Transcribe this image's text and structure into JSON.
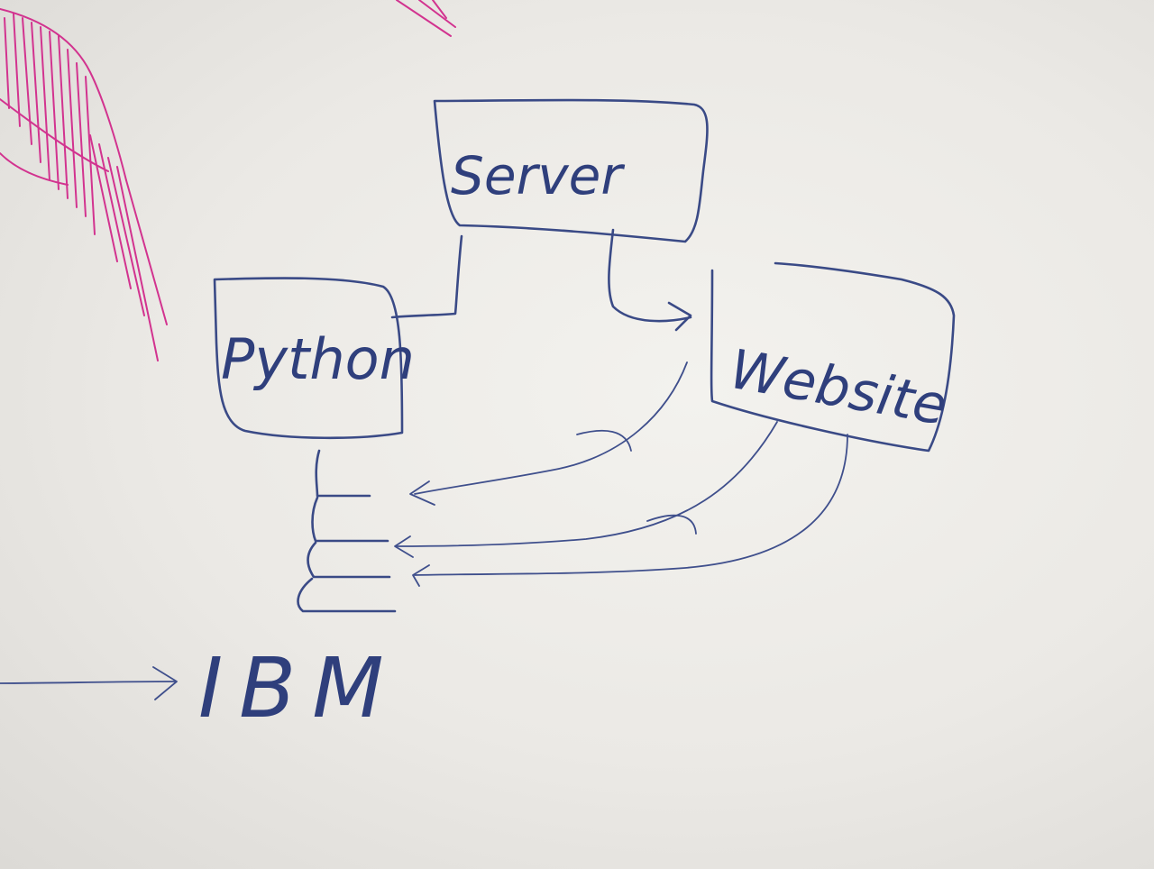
{
  "diagram": {
    "nodes": [
      {
        "id": "server",
        "label": "Server"
      },
      {
        "id": "python",
        "label": "Python"
      },
      {
        "id": "website",
        "label": "Website"
      },
      {
        "id": "ibm",
        "label": "IBM"
      }
    ],
    "edges": [
      {
        "from": "server",
        "to": "python",
        "arrow": false
      },
      {
        "from": "server",
        "to": "website",
        "arrow": true
      },
      {
        "from": "website",
        "to": "python-stack-1",
        "arrow": true
      },
      {
        "from": "website",
        "to": "python-stack-2",
        "arrow": true
      },
      {
        "from": "website",
        "to": "python-stack-3",
        "arrow": true
      }
    ]
  },
  "colors": {
    "ink": "#3a4a86",
    "pink_marker": "#d2338f",
    "board": "#efede9"
  }
}
